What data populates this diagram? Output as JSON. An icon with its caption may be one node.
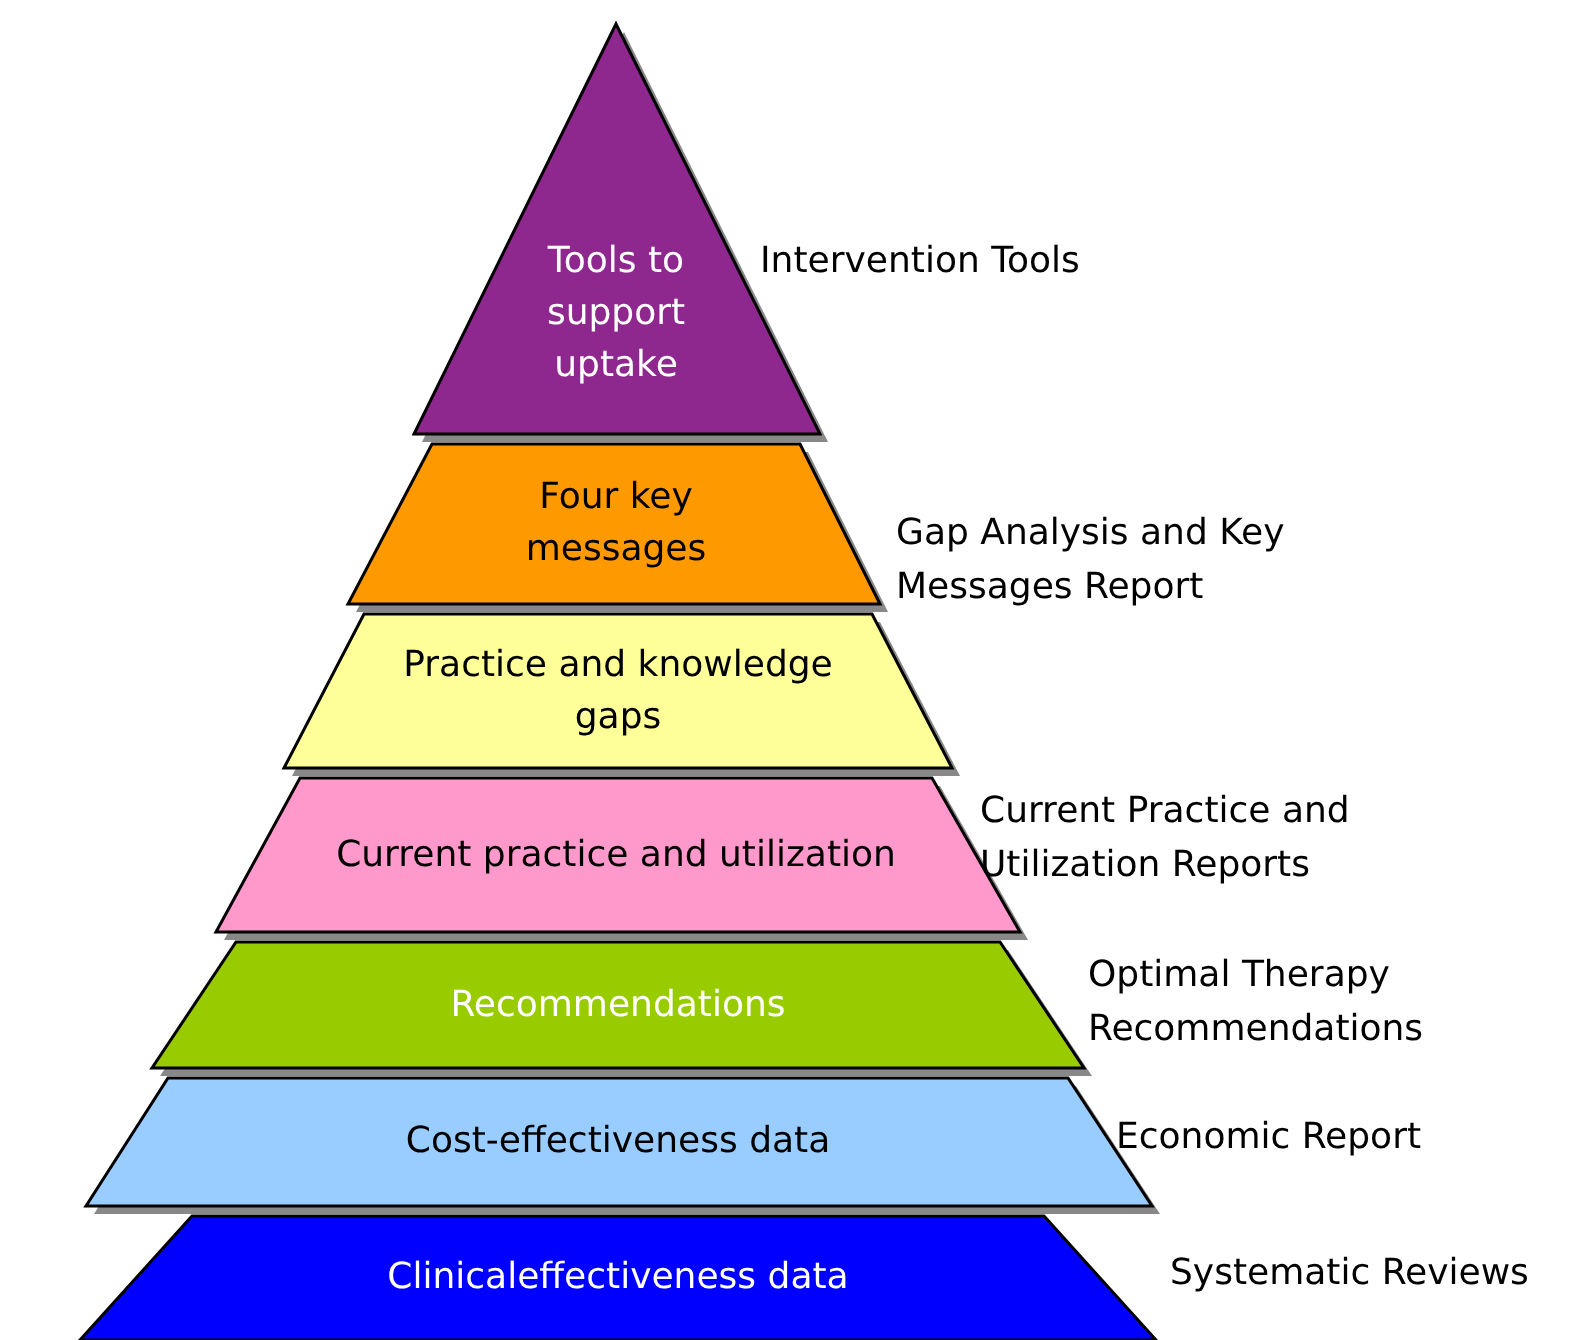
{
  "diagram": {
    "nodes": [
      {
        "text": [
          "Tools to support uptake"
        ],
        "beside": [
          "Intervention Tools"
        ]
      },
      {
        "text": [
          "Four key messages"
        ],
        "beside": [
          "Gap Analysis and Key Messages Report"
        ]
      },
      {
        "text": [
          "Practice and knowledge gaps"
        ]
      },
      {
        "text": [
          "Current practice and utilization"
        ],
        "beside": [
          "Current Practice and Utilization Reports"
        ]
      },
      {
        "text": [
          "Recommendations"
        ],
        "beside": [
          "Optimal Therapy Recommendations"
        ]
      },
      {
        "text": [
          "Cost-effectiveness data"
        ],
        "beside": [
          "Economic Report"
        ]
      },
      {
        "text": [
          "Clinicaleffectiveness data"
        ],
        "beside": [
          "Systematic Reviews"
        ]
      }
    ]
  }
}
